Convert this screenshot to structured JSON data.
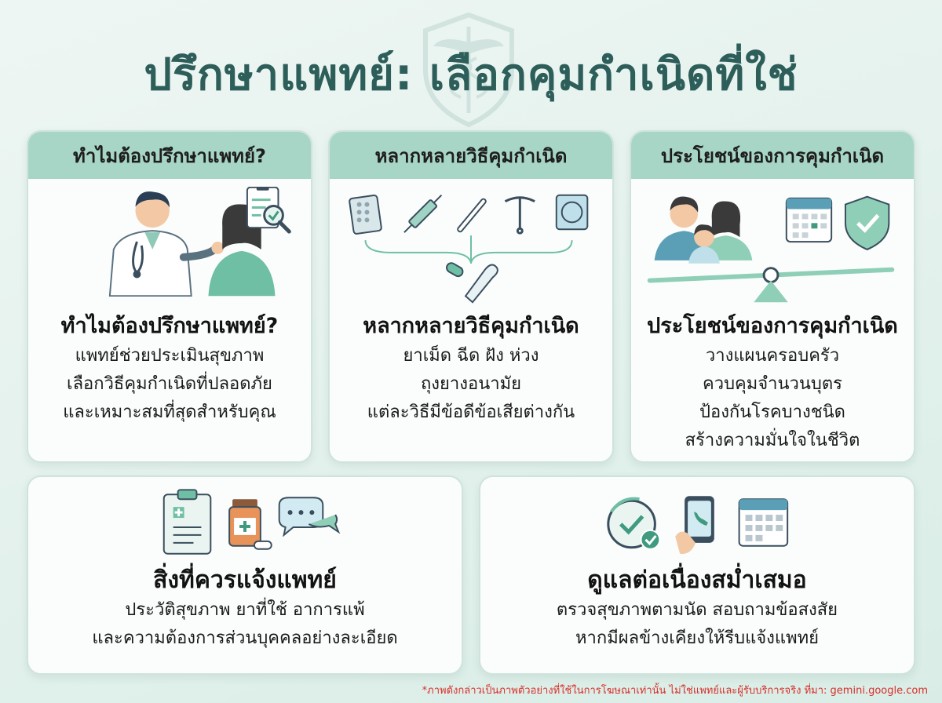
{
  "title": "ปรึกษาแพทย์: เลือกคุมกำเนิดที่ใช่",
  "cards": {
    "why": {
      "header": "ทำไมต้องปรึกษาแพทย์?",
      "heading": "ทำไมต้องปรึกษาแพทย์?",
      "lines": [
        "แพทย์ช่วยประเมินสุขภาพ",
        "เลือกวิธีคุมกำเนิดที่ปลอดภัย",
        "และเหมาะสมที่สุดสำหรับคุณ"
      ]
    },
    "methods": {
      "header": "หลากหลายวิธีคุมกำเนิด",
      "heading": "หลากหลายวิธีคุมกำเนิด",
      "lines": [
        "ยาเม็ด ฉีด ฝัง ห่วง",
        "ถุงยางอนามัย",
        "แต่ละวิธีมีข้อดีข้อเสียต่างกัน"
      ]
    },
    "benefits": {
      "header": "ประโยชน์ของการคุมกำเนิด",
      "heading": "ประโยชน์ของการคุมกำเนิด",
      "lines": [
        "วางแผนครอบครัว",
        "ควบคุมจำนวนบุตร",
        "ป้องกันโรคบางชนิด",
        "สร้างความมั่นใจในชีวิต"
      ]
    },
    "inform": {
      "heading": "สิ่งที่ควรแจ้งแพทย์",
      "lines": [
        "ประวัติสุขภาพ ยาที่ใช้ อาการแพ้",
        "และความต้องการส่วนบุคคลอย่างละเอียด"
      ]
    },
    "followup": {
      "heading": "ดูแลต่อเนื่องสม่ำเสมอ",
      "lines": [
        "ตรวจสุขภาพตามนัด สอบถามข้อสงสัย",
        "หากมีผลข้างเคียงให้รีบแจ้งแพทย์"
      ]
    }
  },
  "disclaimer": "*ภาพดังกล่าวเป็นภาพตัวอย่างที่ใช้ในการโฆษณาเท่านั้น ไม่ใช่แพทย์และผู้รับบริการจริง ที่มา: gemini.google.com",
  "colors": {
    "accent": "#a7d6c6",
    "title": "#2d5e5a",
    "disclaimer": "#d8302b"
  }
}
